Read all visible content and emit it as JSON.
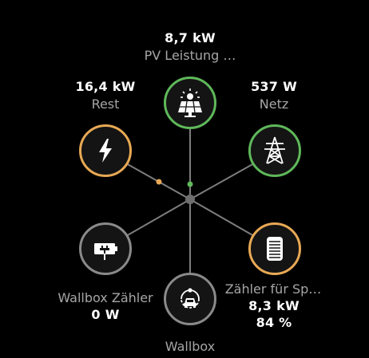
{
  "colors": {
    "green": "#5fb85a",
    "orange": "#e8a955",
    "gray": "#8a8a8a",
    "line": "#7d7d7d",
    "hub": "#6e6e6e"
  },
  "nodes": {
    "pv": {
      "label": "PV Leistung …",
      "value": "8,7",
      "unit": "kW",
      "icon": "solar-panel-icon",
      "status": "green"
    },
    "rest": {
      "label": "Rest",
      "value": "16,4",
      "unit": "kW",
      "icon": "lightning-icon",
      "status": "orange"
    },
    "grid": {
      "label": "Netz",
      "value": "537",
      "unit": "W",
      "icon": "power-tower-icon",
      "status": "green"
    },
    "wallbox_meter": {
      "label": "Wallbox Zähler",
      "value": "0",
      "unit": "W",
      "icon": "wallbox-plug-icon",
      "status": "gray"
    },
    "storage": {
      "label": "Zähler für Sp…",
      "value": "8,3",
      "unit": "kW",
      "soc": "84 %",
      "icon": "battery-storage-icon",
      "status": "orange"
    },
    "wallbox": {
      "label": "Wallbox",
      "icon": "ev-charger-icon",
      "status": "gray"
    }
  }
}
